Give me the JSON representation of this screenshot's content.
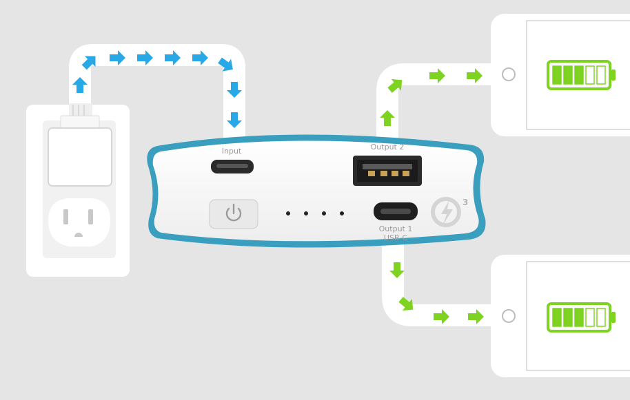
{
  "labels": {
    "input": "Input",
    "output2": "Output 2",
    "output1": "Output 1",
    "output1_sub": "USB-C",
    "qc_superscript": "3"
  },
  "colors": {
    "background": "#e5e5e5",
    "input_arrow": "#29a8e8",
    "output_arrow": "#7ed321",
    "battery": "#7ed321",
    "device_body": "#ffffff",
    "power_bank_rim": "#3a9fbf"
  },
  "phones": [
    {
      "battery_level": 0.6
    },
    {
      "battery_level": 0.6
    }
  ],
  "power_bank": {
    "led_count": 4
  }
}
